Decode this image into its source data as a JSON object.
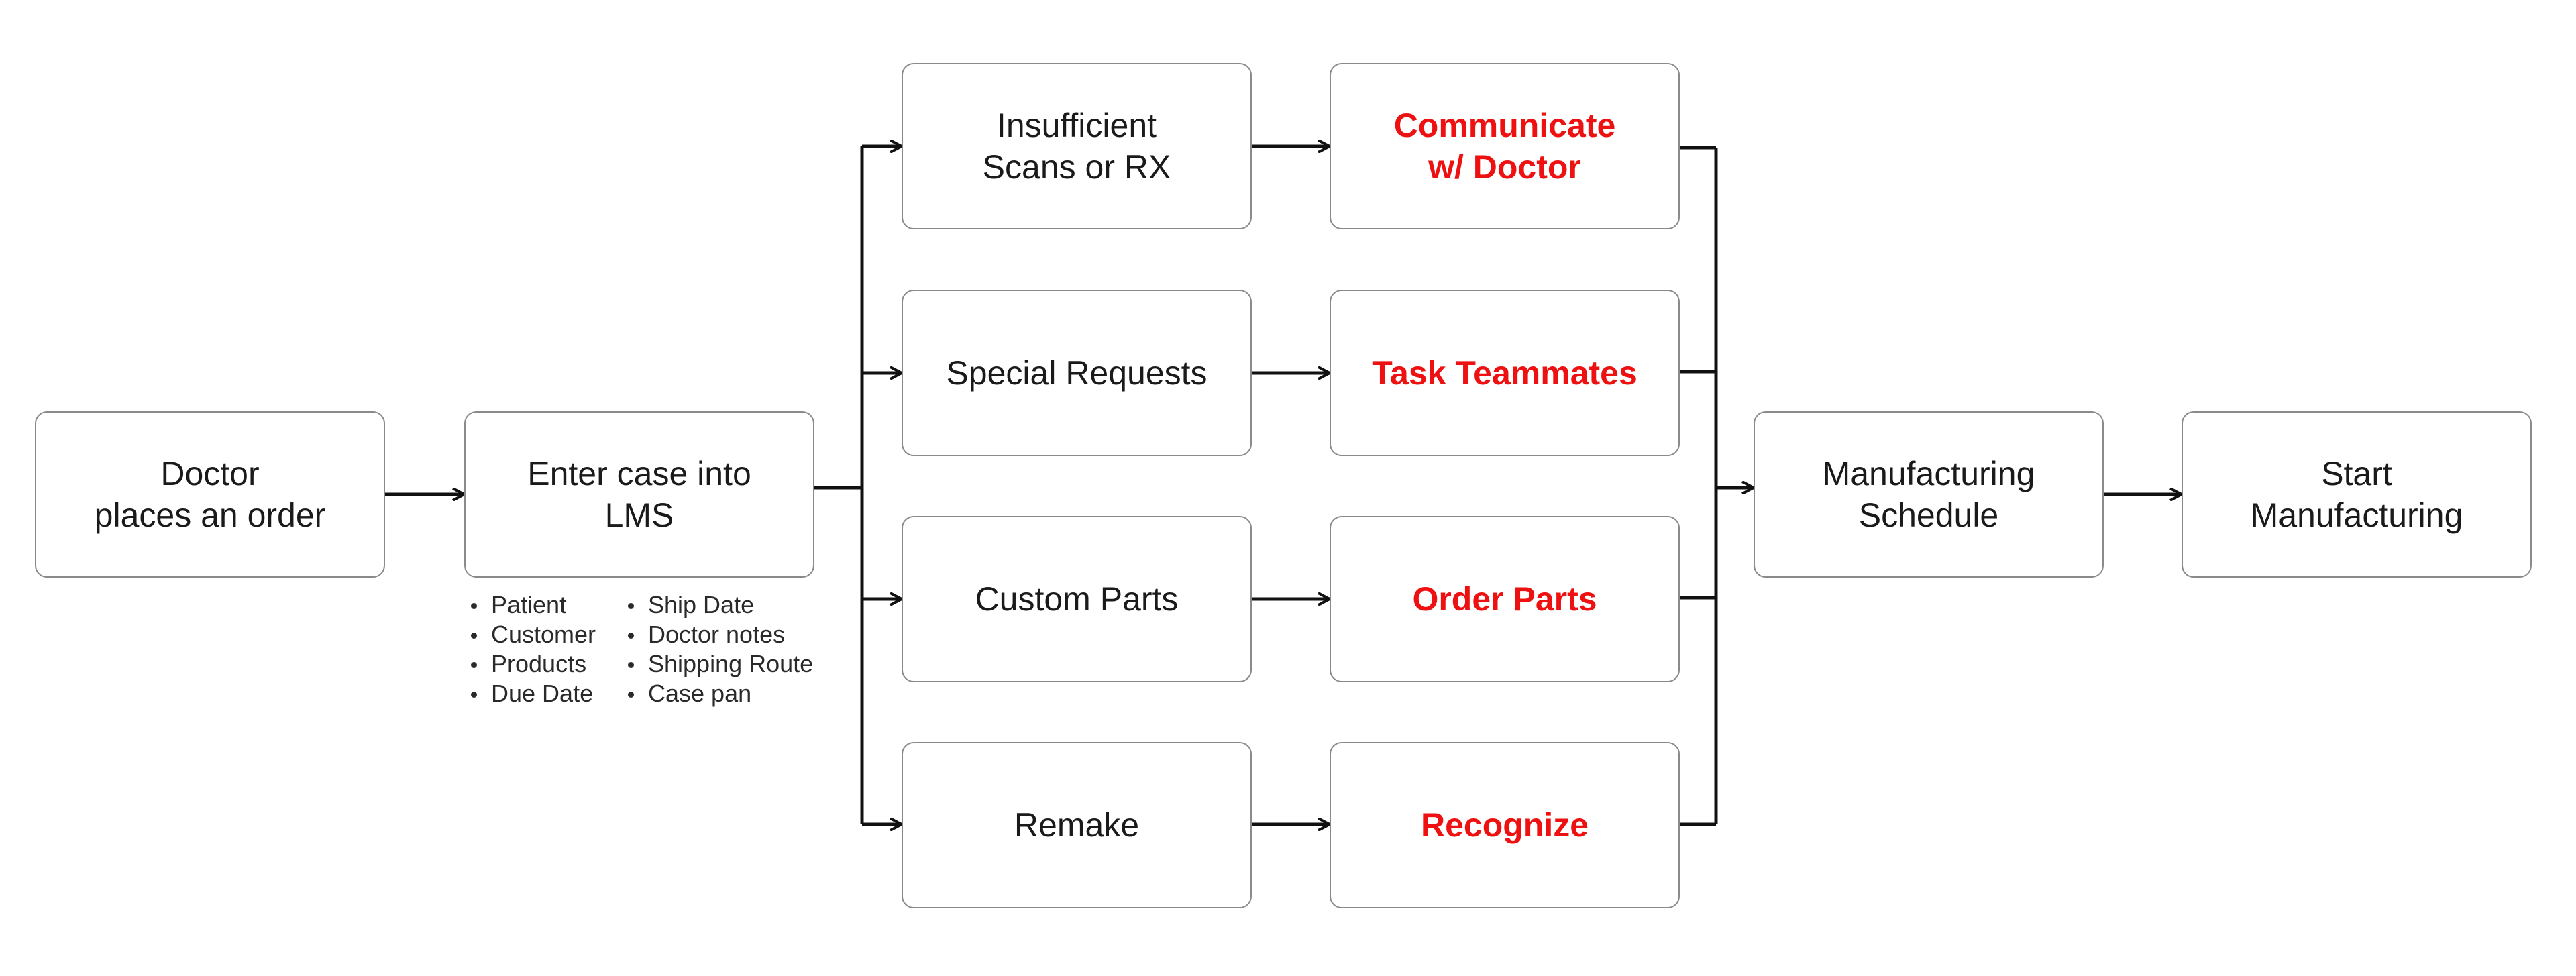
{
  "nodes": {
    "doctor_order": "Doctor\nplaces an order",
    "enter_case": "Enter case into\nLMS",
    "insufficient_scans": "Insufficient\nScans or RX",
    "special_requests": "Special Requests",
    "custom_parts": "Custom Parts",
    "remake": "Remake",
    "communicate_doctor": "Communicate\nw/ Doctor",
    "task_teammates": "Task Teammates",
    "order_parts": "Order Parts",
    "recognize": "Recognize",
    "manufacturing_schedule": "Manufacturing\nSchedule",
    "start_manufacturing": "Start\nManufacturing"
  },
  "case_fields": {
    "left": [
      "Patient",
      "Customer",
      "Products",
      "Due Date"
    ],
    "right": [
      "Ship Date",
      "Doctor notes",
      "Shipping Route",
      "Case pan"
    ]
  },
  "colors": {
    "action_text": "#ee1111",
    "box_border": "#8a8a8a",
    "connector": "#111111"
  }
}
